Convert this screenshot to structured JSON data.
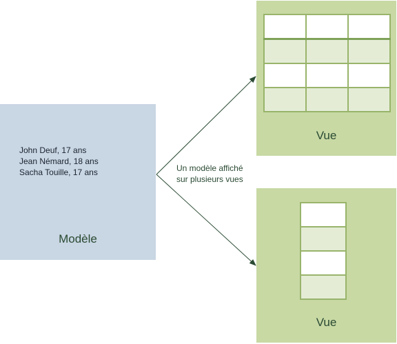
{
  "model": {
    "title": "Modèle",
    "lines": [
      "John Deuf, 17 ans",
      "Jean Némard, 18 ans",
      "Sacha Touille, 17 ans"
    ]
  },
  "caption": {
    "line1": "Un modèle affiché",
    "line2": "sur plusieurs vues"
  },
  "views": [
    {
      "title": "Vue",
      "columns": 3,
      "rows": 4
    },
    {
      "title": "Vue",
      "columns": 1,
      "rows": 4
    }
  ],
  "colors": {
    "model_fill": "#c9d6e3",
    "view_fill": "#c8d9a4",
    "arrow": "#2a4a33"
  }
}
